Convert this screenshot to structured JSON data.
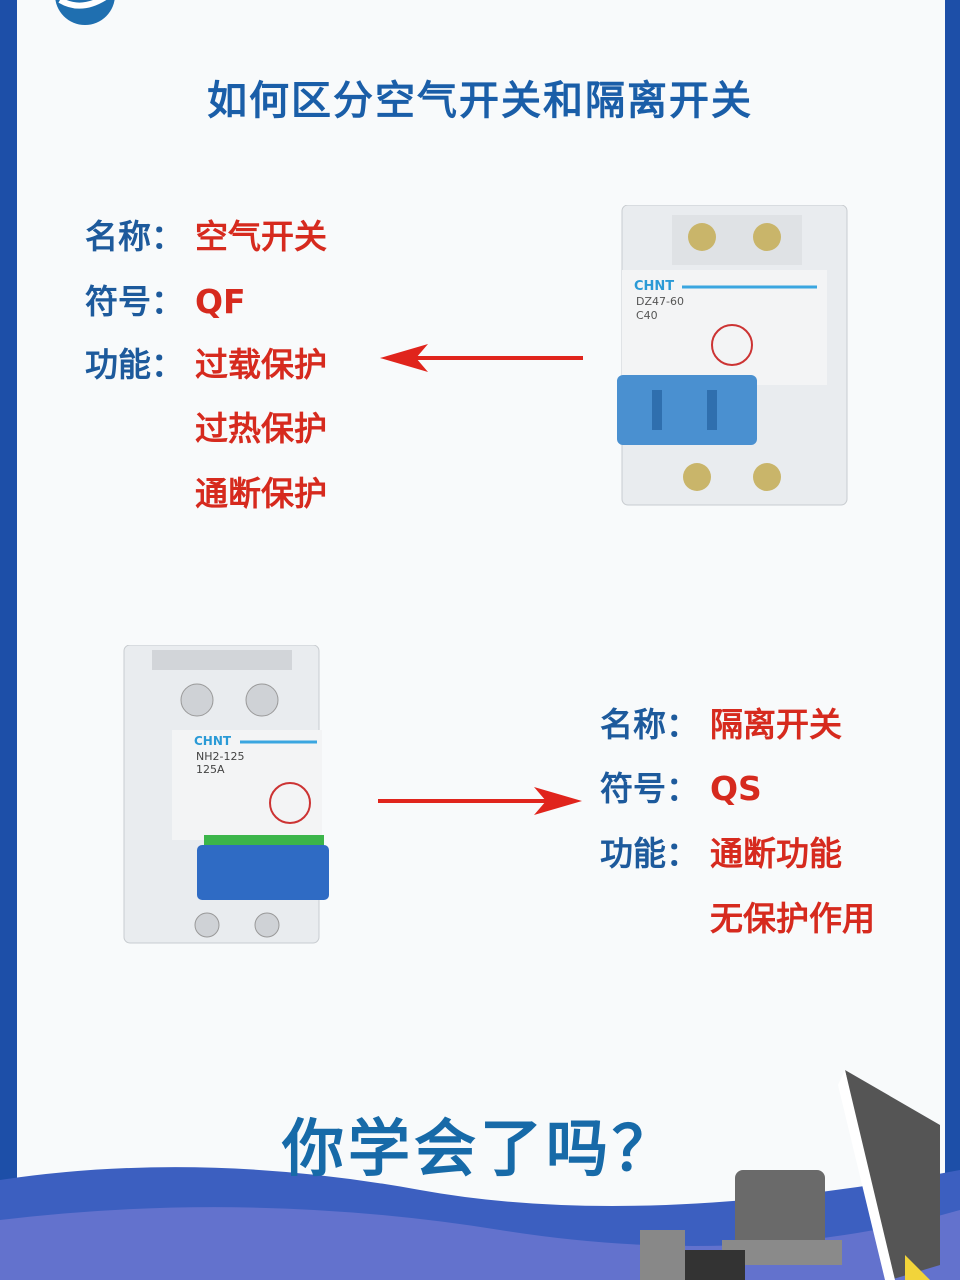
{
  "title": "如何区分空气开关和隔离开关",
  "air_switch": {
    "name_label": "名称：",
    "name": "空气开关",
    "symbol_label": "符号：",
    "symbol": "QF",
    "function_label": "功能：",
    "functions": [
      "过载保护",
      "过热保护",
      "通断保护"
    ],
    "device": {
      "brand": "CHNT",
      "model": "DZ47-60",
      "rating": "C40"
    }
  },
  "isolating_switch": {
    "name_label": "名称：",
    "name": "隔离开关",
    "symbol_label": "符号：",
    "symbol": "QS",
    "function_label": "功能：",
    "functions": [
      "通断功能",
      "无保护作用"
    ],
    "device": {
      "brand": "CHNT",
      "model": "NH2-125",
      "rating": "125A"
    }
  },
  "closing": "你学会了吗？",
  "colors": {
    "label": "#1d5a9c",
    "value": "#d62a1e",
    "title": "#1a5ea8",
    "arrow": "#e0241c",
    "frame": "#1d4fa8"
  }
}
